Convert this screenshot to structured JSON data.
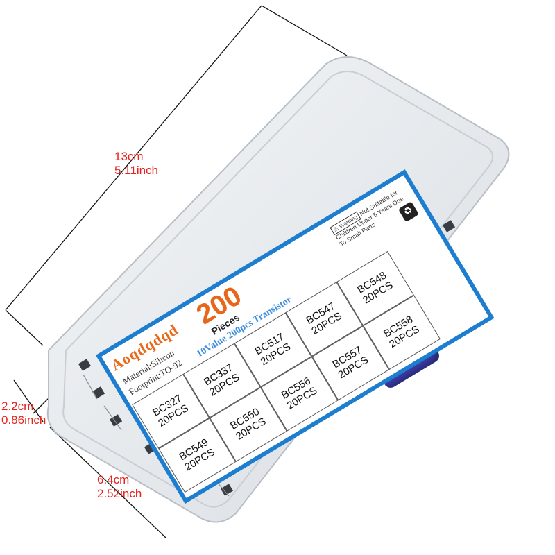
{
  "dimensions": {
    "length_cm": "13cm",
    "length_inch": "5.11inch",
    "height_cm": "2.2cm",
    "height_inch": "0.86inch",
    "width_cm": "6.4cm",
    "width_inch": "2.52inch"
  },
  "label": {
    "brand": "Aoqdqdqd",
    "material": "Material:Silicon",
    "footprint": "Footprint:TO-92",
    "count": "200",
    "pieces": "Pieces",
    "subtitle": "10Value 200pcs Transistor",
    "warning": "Not Suitable for Children Under 5 Years Due To Small Parts",
    "warning_icon_text": "Warning",
    "cells": [
      {
        "part": "BC327",
        "qty": "20PCS"
      },
      {
        "part": "BC549",
        "qty": "20PCS"
      },
      {
        "part": "BC337",
        "qty": "20PCS"
      },
      {
        "part": "BC550",
        "qty": "20PCS"
      },
      {
        "part": "BC517",
        "qty": "20PCS"
      },
      {
        "part": "BC556",
        "qty": "20PCS"
      },
      {
        "part": "BC547",
        "qty": "20PCS"
      },
      {
        "part": "BC557",
        "qty": "20PCS"
      },
      {
        "part": "BC548",
        "qty": "20PCS"
      },
      {
        "part": "BC558",
        "qty": "20PCS"
      }
    ]
  },
  "colors": {
    "dimension_text": "#e8201a",
    "label_border": "#1d7ed0",
    "brand": "#e86a1c",
    "clip": "#3e3fb0"
  }
}
